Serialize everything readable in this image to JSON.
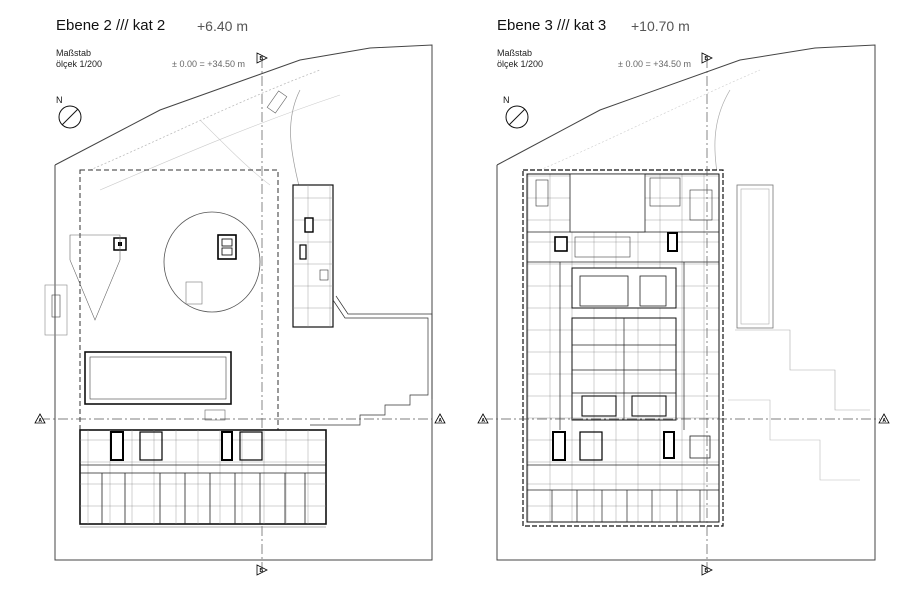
{
  "left_sheet": {
    "title": "Ebene 2 /// kat 2",
    "elevation": "+6.40 m",
    "scale_label_1": "Maßstab",
    "scale_label_2": "ölçek 1/200",
    "datum": "± 0.00 = +34.50 m"
  },
  "right_sheet": {
    "title": "Ebene 3 /// kat 3",
    "elevation": "+10.70 m",
    "scale_label_1": "Maßstab",
    "scale_label_2": "ölçek 1/200",
    "datum": "± 0.00 = +34.50 m"
  },
  "section_markers": {
    "a": "A",
    "b": "B"
  },
  "north_label": "N",
  "icons": [
    "north-arrow-icon",
    "section-marker-icon"
  ]
}
